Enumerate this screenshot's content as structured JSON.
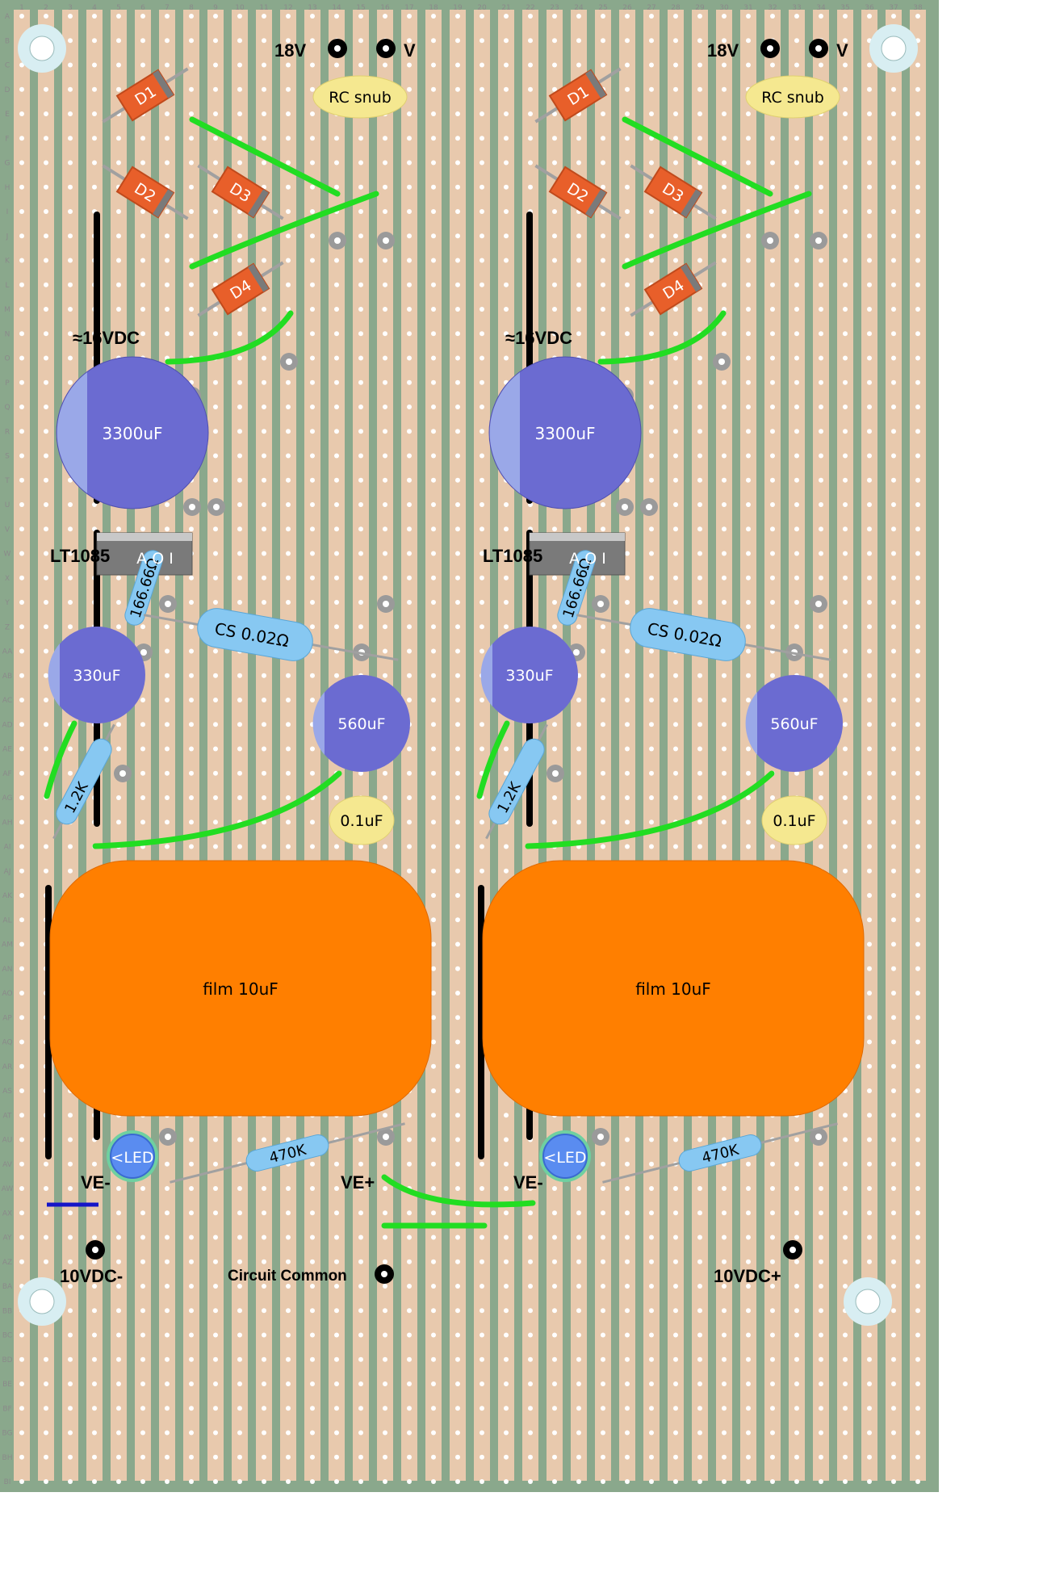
{
  "board": {
    "colors": {
      "frame": "#8aa88c",
      "strip": "#e8c9ad",
      "strip_gap": "#8aa88c",
      "hole": "#ffffff",
      "wire": "#22dd22",
      "link": "#000000",
      "film_cap": "#ff7f00",
      "electrolytic": "#6b6bd1",
      "electrolytic_stripe": "#9aa8e8",
      "resistor": "#87c8f2",
      "diode": "#e85f2a",
      "note_fill": "#f5e890",
      "mount_hole": "#d8eef2",
      "blue_bar": "#1515c8"
    },
    "column_numbers": [
      "1",
      "2",
      "3",
      "4",
      "5",
      "6",
      "7",
      "8",
      "9",
      "10",
      "11",
      "12",
      "13",
      "14",
      "15",
      "16",
      "17",
      "18",
      "19",
      "20",
      "21",
      "22",
      "23",
      "24",
      "25",
      "26",
      "27",
      "28",
      "29",
      "30",
      "31",
      "32",
      "33",
      "34",
      "35",
      "36",
      "37",
      "38"
    ],
    "row_letters": [
      "A",
      "B",
      "C",
      "D",
      "E",
      "F",
      "G",
      "H",
      "I",
      "J",
      "K",
      "L",
      "M",
      "N",
      "O",
      "P",
      "Q",
      "R",
      "S",
      "T",
      "U",
      "V",
      "W",
      "X",
      "Y",
      "Z",
      "AA",
      "AB",
      "AC",
      "AD",
      "AE",
      "AF",
      "AG",
      "AH",
      "AI",
      "AJ",
      "AK",
      "AL",
      "AM",
      "AN",
      "AO",
      "AP",
      "AQ",
      "AR",
      "AS",
      "AT",
      "AU",
      "AV",
      "AW",
      "AX",
      "AY",
      "AZ",
      "BA",
      "BB",
      "BC",
      "BD",
      "BE",
      "BF",
      "BG",
      "BH",
      "BI"
    ]
  },
  "labels": {
    "supply_18v": "18V",
    "supply_v": "V",
    "rc_snub": "RC snub",
    "d1": "D1",
    "d2": "D2",
    "d3": "D3",
    "d4": "D4",
    "voltage_16vdc": "≈16VDC",
    "cap_3300": "3300uF",
    "regulator": "LT1085",
    "regulator_pins": "A O I",
    "r_166": "166.66Ω",
    "cs_resistor": "CS 0.02Ω",
    "cap_330": "330uF",
    "cap_560": "560uF",
    "r_1k2": "1.2K",
    "cap_01": "0.1uF",
    "film_cap": "film 10uF",
    "led": "<LED",
    "r_470k": "470K",
    "ve_minus": "VE-",
    "ve_plus": "VE+",
    "out_10vdc_minus": "10VDC-",
    "out_10vdc_plus": "10VDC+",
    "circuit_common": "Circuit Common"
  }
}
